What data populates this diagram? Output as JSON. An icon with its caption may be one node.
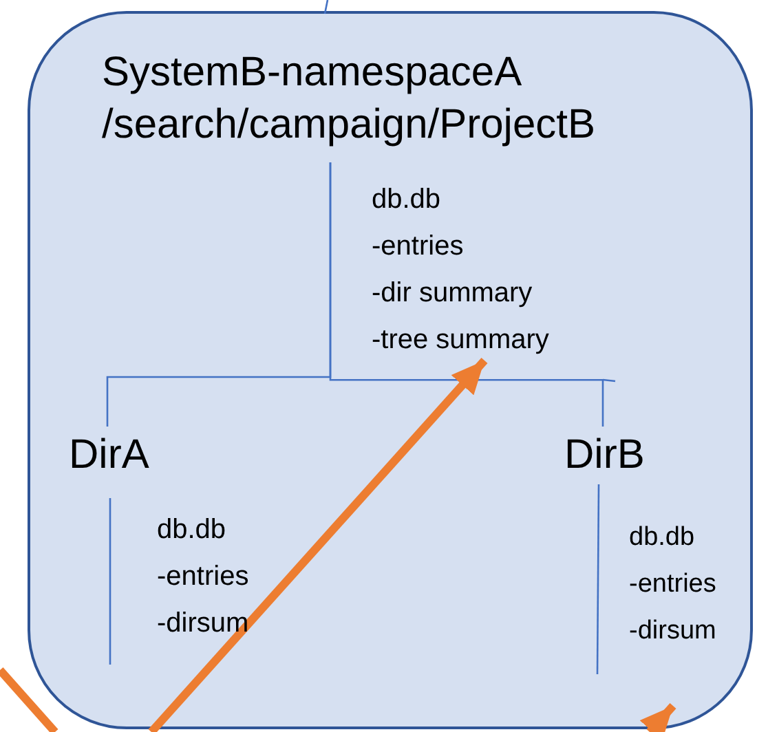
{
  "diagram": {
    "nodes": [
      {
        "text": [],
        "shape": "box"
      },
      {
        "text": [
          "SystemB-namespaceA /search/campaign/ProjectB"
        ],
        "in": 0
      },
      {
        "text": [
          "db.db -entries -dir summary -tree summary"
        ],
        "in": 0
      },
      {
        "text": [
          "DirA"
        ],
        "in": 0
      },
      {
        "text": [
          "db.db -entries -dirsum"
        ],
        "in": 0
      },
      {
        "text": [
          "DirB"
        ],
        "in": 0
      },
      {
        "text": [
          "db.db -entries -dirsum"
        ],
        "in": 0
      }
    ],
    "edges": [
      {
        "from": null,
        "to": 0,
        "arrow": "none"
      },
      {
        "from": 1,
        "to": 3,
        "arrow": "none"
      },
      {
        "from": 1,
        "to": 5,
        "arrow": "none"
      },
      {
        "from": null,
        "to": 2,
        "arrow": "to",
        "style": "thick",
        "color": "#ed7d31"
      },
      {
        "from": null,
        "to": 0,
        "arrow": "to",
        "style": "thick",
        "color": "#ed7d31"
      }
    ]
  }
}
